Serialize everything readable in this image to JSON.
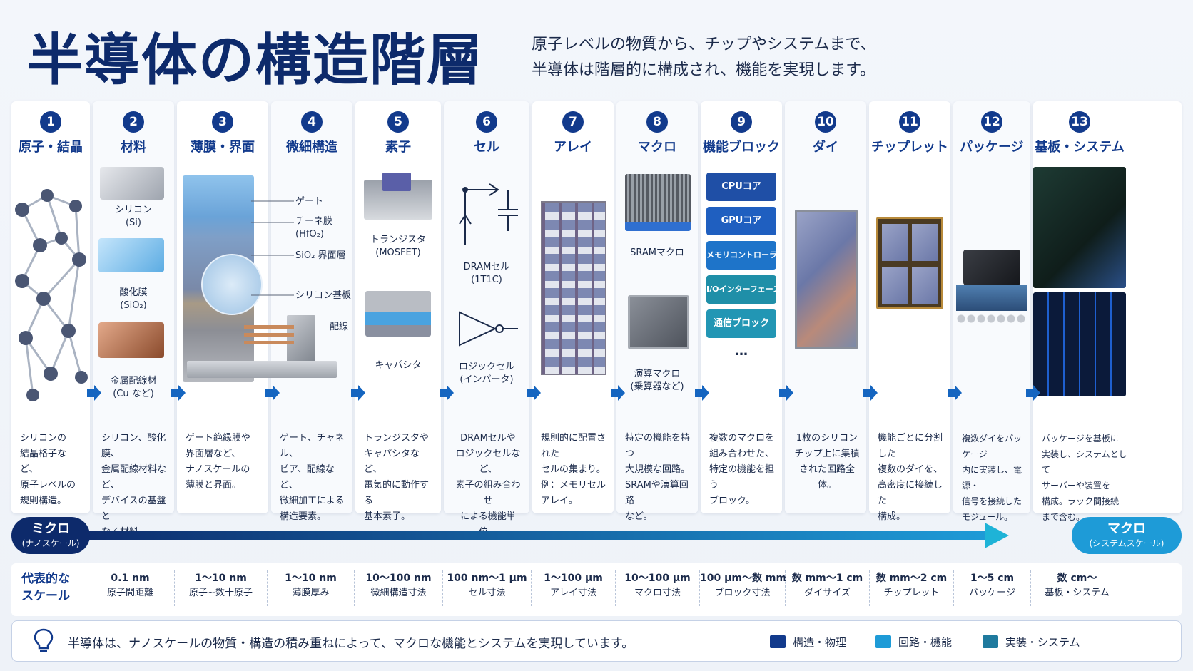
{
  "header": {
    "title": "半導体の構造階層",
    "subtitle_line1": "原子レベルの物質から、チップやシステムまで、",
    "subtitle_line2": "半導体は階層的に構成され、機能を実現します。"
  },
  "columns": [
    {
      "num": "1",
      "title": "原子・結晶",
      "desc": [
        "シリコンの",
        "結晶格子など、",
        "原子レベルの",
        "規則構造。"
      ]
    },
    {
      "num": "2",
      "title": "材料",
      "desc": [
        "シリコン、酸化膜、",
        "金属配線材料など、",
        "デバイスの基盤と",
        "なる材料。"
      ],
      "labels": {
        "si": "シリコン",
        "si_sym": "(Si)",
        "ox": "酸化膜",
        "ox_sym": "(SiO₂)",
        "cu": "金属配線材",
        "cu_sym": "(Cu など)"
      }
    },
    {
      "num": "3",
      "title": "薄膜・界面",
      "desc": [
        "ゲート絶縁膜や",
        "界面層など、",
        "ナノスケールの",
        "薄膜と界面。"
      ],
      "labels": {
        "gate": "ゲート",
        "hfo": "チーネ膜",
        "hfo_sym": "(HfO₂)",
        "sio": "SiO₂ 界面層",
        "sub": "シリコン基板",
        "wire": "配線"
      }
    },
    {
      "num": "4",
      "title": "微細構造",
      "desc": [
        "ゲート、チャネル、",
        "ビア、配線など、",
        "微細加工による",
        "構造要素。"
      ]
    },
    {
      "num": "5",
      "title": "素子",
      "desc": [
        "トランジスタや",
        "キャパシタなど、",
        "電気的に動作する",
        "基本素子。"
      ],
      "labels": {
        "tr": "トランジスタ",
        "tr_sym": "(MOSFET)",
        "cap": "キャパシタ"
      }
    },
    {
      "num": "6",
      "title": "セル",
      "desc": [
        "DRAMセルや",
        "ロジックセルなど、",
        "素子の組み合わせ",
        "による機能単位。"
      ],
      "labels": {
        "dram": "DRAMセル",
        "dram_sym": "(1T1C)",
        "logic": "ロジックセル",
        "logic_sym": "(インバータ)"
      }
    },
    {
      "num": "7",
      "title": "アレイ",
      "desc": [
        "規則的に配置された",
        "セルの集まり。",
        "例：メモリセル",
        "アレイ。"
      ]
    },
    {
      "num": "8",
      "title": "マクロ",
      "desc": [
        "特定の機能を持つ",
        "大規模な回路。",
        "SRAMや演算回路",
        "など。"
      ],
      "labels": {
        "sram": "SRAMマクロ",
        "alu": "演算マクロ",
        "alu_sym": "(乗算器など)"
      }
    },
    {
      "num": "9",
      "title": "機能ブロック",
      "desc": [
        "複数のマクロを",
        "組み合わせた、",
        "特定の機能を担う",
        "ブロック。"
      ],
      "blocks": [
        "CPUコア",
        "GPUコア",
        "メモリコントローラ",
        "I/Oインターフェース",
        "通信ブロック"
      ],
      "more": "…"
    },
    {
      "num": "10",
      "title": "ダイ",
      "desc": [
        "1枚のシリコン",
        "チップ上に集積",
        "された回路全体。"
      ]
    },
    {
      "num": "11",
      "title": "チップレット",
      "desc": [
        "機能ごとに分割した",
        "複数のダイを、",
        "高密度に接続した",
        "構成。"
      ]
    },
    {
      "num": "12",
      "title": "パッケージ",
      "desc": [
        "複数ダイをパッケージ",
        "内に実装し、電源・",
        "信号を接続した",
        "モジュール。"
      ]
    },
    {
      "num": "13",
      "title": "基板・システム",
      "desc": [
        "パッケージを基板に",
        "実装し、システムとして",
        "サーバーや装置を",
        "構成。ラック間接続",
        "まで含む。"
      ]
    }
  ],
  "scale_bar": {
    "micro": "ミクロ",
    "micro_sub": "(ナノスケール)",
    "macro": "マクロ",
    "macro_sub": "(システムスケール)"
  },
  "scale_table": {
    "head": [
      "代表的な",
      "スケール"
    ],
    "cells": [
      {
        "v": "0.1 nm",
        "c": "原子間距離"
      },
      {
        "v": "1～10 nm",
        "c": "原子~数十原子"
      },
      {
        "v": "1～10 nm",
        "c": "薄膜厚み"
      },
      {
        "v": "10～100 nm",
        "c": "微細構造寸法"
      },
      {
        "v": "100 nm～1 µm",
        "c": "セル寸法"
      },
      {
        "v": "1～100 µm",
        "c": "アレイ寸法"
      },
      {
        "v": "10～100 µm",
        "c": "マクロ寸法"
      },
      {
        "v": "100 µm～数 mm",
        "c": "ブロック寸法"
      },
      {
        "v": "数 mm～1 cm",
        "c": "ダイサイズ"
      },
      {
        "v": "数 mm～2 cm",
        "c": "チップレット"
      },
      {
        "v": "1～5 cm",
        "c": "パッケージ"
      },
      {
        "v": "数 cm～",
        "c": "基板・システム"
      }
    ]
  },
  "footer": {
    "message": "半導体は、ナノスケールの物質・構造の積み重ねによって、マクロな機能とシステムを実現しています。",
    "legend": [
      {
        "label": "構造・物理",
        "color": "#123a8c"
      },
      {
        "label": "回路・機能",
        "color": "#1e9bd7"
      },
      {
        "label": "実装・システム",
        "color": "#1f7a9e"
      }
    ]
  },
  "colors": {
    "accent": "#123a8c",
    "arrow": "#1565c0"
  }
}
